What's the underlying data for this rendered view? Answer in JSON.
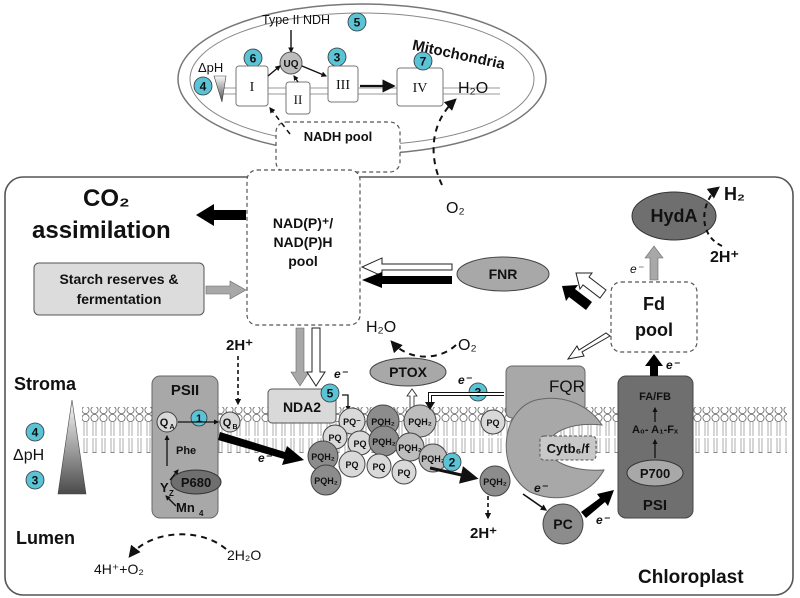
{
  "mitochondria": {
    "title": "Mitochondria",
    "type2ndh": "Type II NDH",
    "complex_I": "I",
    "complex_II": "II",
    "complex_III": "III",
    "complex_IV": "IV",
    "uq": "UQ",
    "dph": "ΔpH",
    "h2o": "H₂O",
    "nadh_pool": "NADH pool"
  },
  "chloroplast": {
    "title": "Chloroplast",
    "stroma": "Stroma",
    "lumen": "Lumen",
    "dph": "ΔpH",
    "o2": "O₂",
    "co2_line1": "CO₂",
    "co2_line2": "assimilation",
    "nadph_pool": [
      "NAD(P)⁺/",
      "NAD(P)H",
      "pool"
    ],
    "starch": [
      "Starch reserves &",
      "fermentation"
    ],
    "fnr": "FNR",
    "hyda": "HydA",
    "h2": "H₂",
    "two_h_plus": "2H⁺",
    "fd_pool": [
      "Fd",
      "pool"
    ],
    "fqr": "FQR",
    "ptox": "PTOX",
    "h2o_top": "H₂O",
    "o2_top": "O₂",
    "nda2": "NDA2",
    "two_h_plus_psii": "2H⁺",
    "two_h_plus_cyt": "2H⁺",
    "psii": "PSII",
    "qa": "Q",
    "qa_sub": "A",
    "qb": "Q",
    "qb_sub": "B",
    "phe": "Phe",
    "p680": "P680",
    "yz": "Y",
    "yz_sub": "Z",
    "mn4": "Mn",
    "mn4_sub": "4",
    "water_split_left": "4H⁺+O₂",
    "water_split_right": "2H₂O",
    "psi": "PSI",
    "p700": "P700",
    "fafb": "FA/FB",
    "a0": "A₀- A₁-Fₓ",
    "cytb6f": "Cytb₆/f",
    "pc": "PC",
    "electron": "e⁻",
    "pq": "PQ",
    "pq_minus": "PQ⁻",
    "pqh2": "PQH₂"
  },
  "numbers": {
    "n1": "1",
    "n2": "2",
    "n3": "3",
    "n4": "4",
    "n5": "5",
    "n6": "6",
    "n7": "7"
  },
  "colors": {
    "badge": "#5bc3d6",
    "dark_gray": "#6f6f6f",
    "mid_gray": "#a8a8a8",
    "light_gray": "#d9d9d9"
  }
}
